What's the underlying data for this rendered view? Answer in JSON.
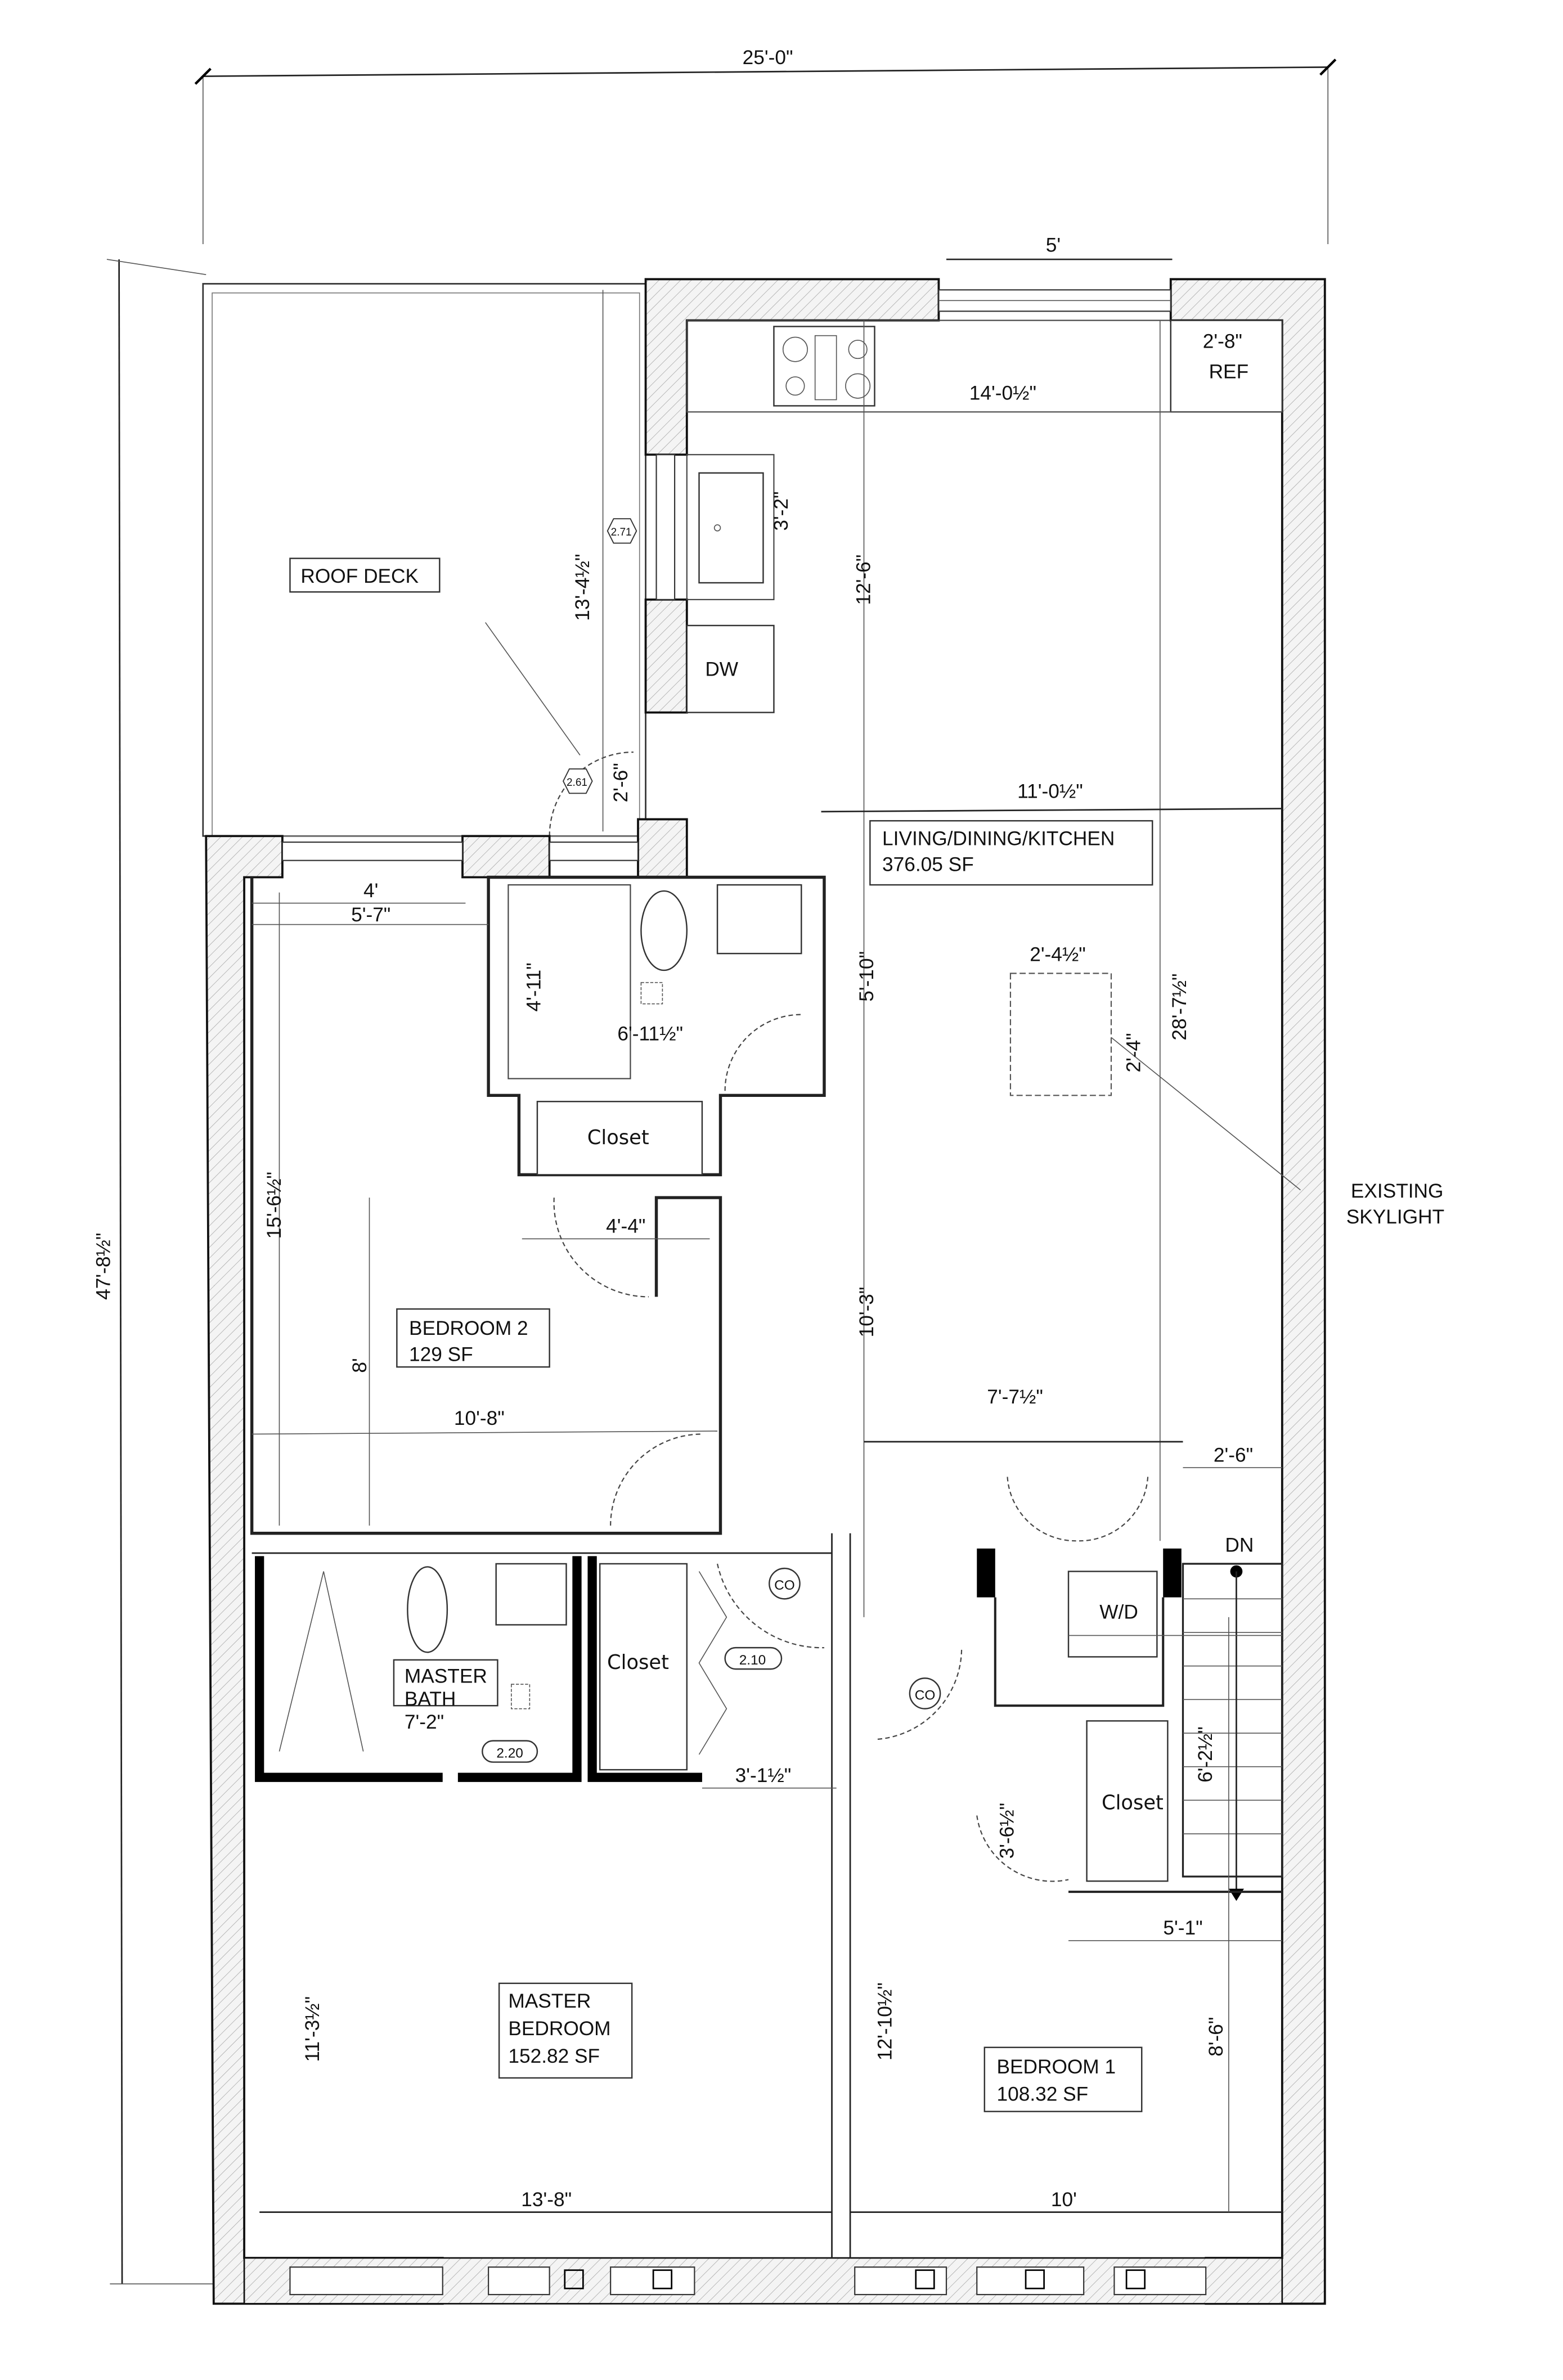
{
  "plan": {
    "overall_width": "25'-0\"",
    "overall_depth": "47'-8½\"",
    "rooms": {
      "roof_deck": {
        "name": "ROOF DECK"
      },
      "living": {
        "name": "LIVING/DINING/KITCHEN",
        "area": "376.05 SF"
      },
      "bedroom2": {
        "name": "BEDROOM 2",
        "area": "129 SF"
      },
      "master_bedroom": {
        "name_line1": "MASTER",
        "name_line2": "BEDROOM",
        "area": "152.82 SF"
      },
      "master_bath": {
        "name_line1": "MASTER",
        "name_line2": "BATH"
      },
      "bedroom1": {
        "name": "BEDROOM 1",
        "area": "108.32 SF"
      }
    },
    "fixtures": {
      "ref": "REF",
      "dw": "DW",
      "wd": "W/D",
      "dn": "DN",
      "co1": "CO",
      "co2": "CO",
      "closet_bath": "Closet",
      "closet_master": "Closet",
      "closet_bed1": "Closet"
    },
    "tags": {
      "t271": "2.71",
      "t261": "2.61",
      "t210": "2.10",
      "t220": "2.20"
    },
    "annotation": {
      "line1": "EXISTING",
      "line2": "SKYLIGHT"
    },
    "dimensions": {
      "window_5": "5'",
      "ref_2_8": "2'-8\"",
      "kitchen_14_0": "14'-0½\"",
      "sink_3_2": "3'-2\"",
      "kitchen_12_6": "12'-6\"",
      "deck_13_4": "13'-4½\"",
      "door_2_6": "2'-6\"",
      "living_11_0": "11'-0½\"",
      "win_4": "4'",
      "bed2_5_7": "5'-7\"",
      "living_28_7": "28'-7½\"",
      "skylight_2_4h": "2'-4½\"",
      "skylight_2_4v": "2'-4\"",
      "bath_4_11": "4'-11\"",
      "bath_6_11": "6'-11½\"",
      "hall_5_10": "5'-10\"",
      "bed2_15_6": "15'-6½\"",
      "closet_4_4": "4'-4\"",
      "bed2_8": "8'",
      "hall_10_3": "10'-3\"",
      "bed2_10_8": "10'-8\"",
      "living_7_7": "7'-7½\"",
      "stair_2_6": "2'-6\"",
      "mbath_7_2": "7'-2\"",
      "hall_3_1": "3'-1½\"",
      "stair_6_2": "6'-2½\"",
      "closet_3_6": "3'-6½\"",
      "bed1_5_1": "5'-1\"",
      "mbed_11_3": "11'-3½\"",
      "bed1_12_10": "12'-10½\"",
      "bed1_8_6": "8'-6\"",
      "mbed_13_8": "13'-8\"",
      "bed1_10": "10'"
    }
  }
}
